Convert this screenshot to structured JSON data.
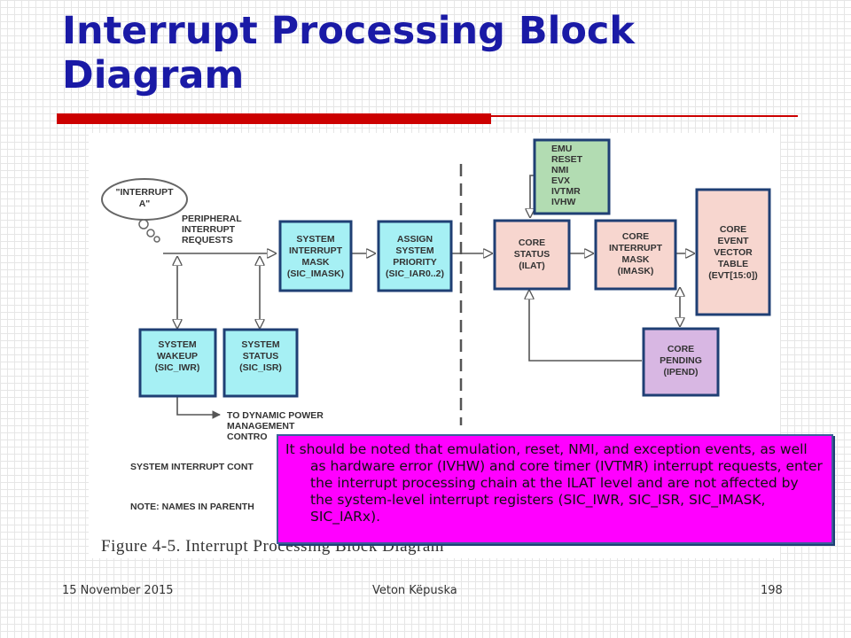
{
  "slide": {
    "title": "Interrupt Processing Block Diagram",
    "colors": {
      "title": "#1a1aa6",
      "rule": "#cc0000",
      "callout_fill": "#ff00ff"
    }
  },
  "diagram": {
    "thought_bubble": [
      "\"INTERRUPT",
      "A\""
    ],
    "peripheral_label": [
      "PERIPHERAL",
      "INTERRUPT",
      "REQUESTS"
    ],
    "blocks": {
      "sic_imask": [
        "SYSTEM",
        "INTERRUPT",
        "MASK",
        "(SIC_IMASK)"
      ],
      "sic_iar": [
        "ASSIGN",
        "SYSTEM",
        "PRIORITY",
        "(SIC_IAR0..2)"
      ],
      "ilat": [
        "CORE",
        "STATUS",
        "(ILAT)"
      ],
      "imask": [
        "CORE",
        "INTERRUPT",
        "MASK",
        "(IMASK)"
      ],
      "evt": [
        "CORE",
        "EVENT",
        "VECTOR",
        "TABLE",
        "(EVT[15:0])"
      ],
      "emu": [
        "EMU",
        "RESET",
        "NMI",
        "EVX",
        "IVTMR",
        "IVHW"
      ],
      "ipend": [
        "CORE",
        "PENDING",
        "(IPEND)"
      ],
      "sic_iwr": [
        "SYSTEM",
        "WAKEUP",
        "(SIC_IWR)"
      ],
      "sic_isr": [
        "SYSTEM",
        "STATUS",
        "(SIC_ISR)"
      ]
    },
    "dpm_label": [
      "TO DYNAMIC POWER",
      "MANAGEMENT",
      "CONTRO"
    ],
    "legend_1": "SYSTEM INTERRUPT CONT",
    "legend_2": "NOTE: NAMES IN PARENTH",
    "caption": "Figure 4-5. Interrupt Processing Block Diagram"
  },
  "callout": {
    "text": "It should be noted that emulation, reset, NMI, and exception events, as well as hardware error (IVHW) and core timer (IVTMR) interrupt requests, enter the interrupt processing chain at the ILAT level and are not affected by the system-level interrupt registers (SIC_IWR, SIC_ISR, SIC_IMASK, SIC_IARx)."
  },
  "footer": {
    "date": "15 November 2015",
    "author": "Veton Këpuska",
    "page": "198"
  }
}
